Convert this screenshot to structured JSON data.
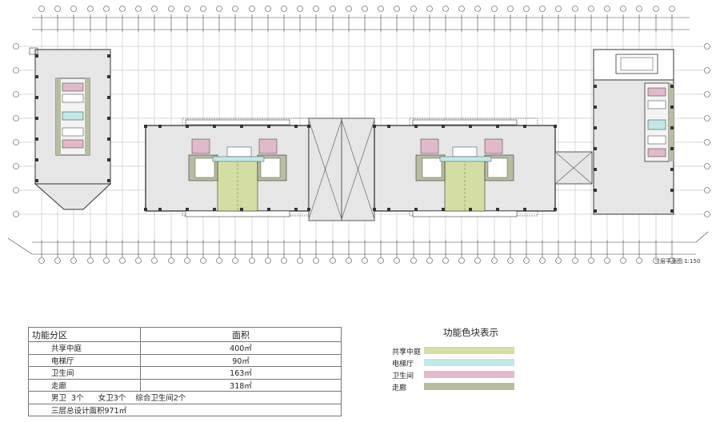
{
  "plan": {
    "title": "三层平面图  1:150"
  },
  "table": {
    "header_zone": "功能分区",
    "header_area": "面积",
    "rows": [
      {
        "name": "共享中庭",
        "area": "400㎡"
      },
      {
        "name": "电梯厅",
        "area": "90㎡"
      },
      {
        "name": "卫生间",
        "area": "163㎡"
      },
      {
        "name": "走廊",
        "area": "318㎡"
      }
    ],
    "note_toilets": "男卫  3个      女卫3个    综合卫生间2个",
    "note_total": "三层总设计面积971㎡"
  },
  "legend": {
    "title": "功能色块表示",
    "items": [
      {
        "label": "共享中庭",
        "color": "#d4dea2"
      },
      {
        "label": "电梯厅",
        "color": "#bfe8e6"
      },
      {
        "label": "卫生间",
        "color": "#e2b9cb"
      },
      {
        "label": "走廊",
        "color": "#b7bd9f"
      }
    ]
  },
  "colors": {
    "floor": "#e6e6e6",
    "line": "#333333",
    "grid": "#b4b4b4"
  }
}
